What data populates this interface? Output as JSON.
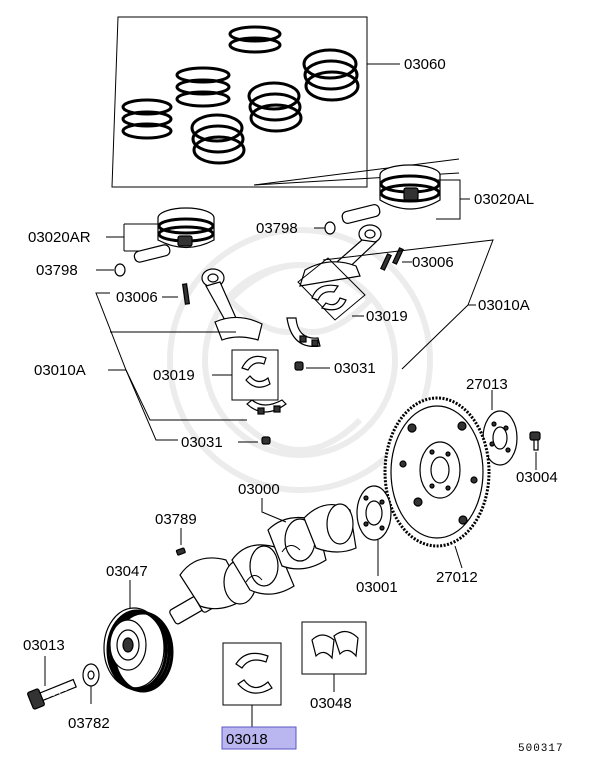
{
  "labels": {
    "l03060": "03060",
    "l03020AL": "03020AL",
    "l03798a": "03798",
    "l03020AR": "03020AR",
    "l03006a": "03006",
    "l03798b": "03798",
    "l03006b": "03006",
    "l03010Aa": "03010A",
    "l03019a": "03019",
    "l03010Ab": "03010A",
    "l03019b": "03019",
    "l03031a": "03031",
    "l27013": "27013",
    "l03031b": "03031",
    "l03004": "03004",
    "l03000": "03000",
    "l03789": "03789",
    "l03047": "03047",
    "l03001": "03001",
    "l27012": "27012",
    "l03013": "03013",
    "l03782": "03782",
    "l03048": "03048",
    "l03018": "03018"
  },
  "diagram_code": "500317",
  "highlight_color": "#b9b6f0"
}
